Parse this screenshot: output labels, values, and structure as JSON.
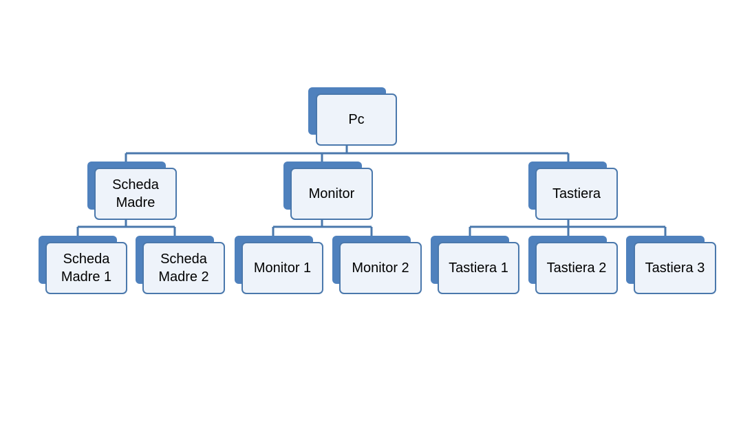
{
  "colors": {
    "accent": "#4f81bd",
    "box_fill": "#eef3fa",
    "connector": "#4a78ac"
  },
  "root": {
    "label": "Pc"
  },
  "level2": [
    {
      "label": "Scheda\nMadre"
    },
    {
      "label": "Monitor"
    },
    {
      "label": "Tastiera"
    }
  ],
  "level3": [
    {
      "label": "Scheda\nMadre 1"
    },
    {
      "label": "Scheda\nMadre 2"
    },
    {
      "label": "Monitor 1"
    },
    {
      "label": "Monitor 2"
    },
    {
      "label": "Tastiera 1"
    },
    {
      "label": "Tastiera 2"
    },
    {
      "label": "Tastiera 3"
    }
  ]
}
